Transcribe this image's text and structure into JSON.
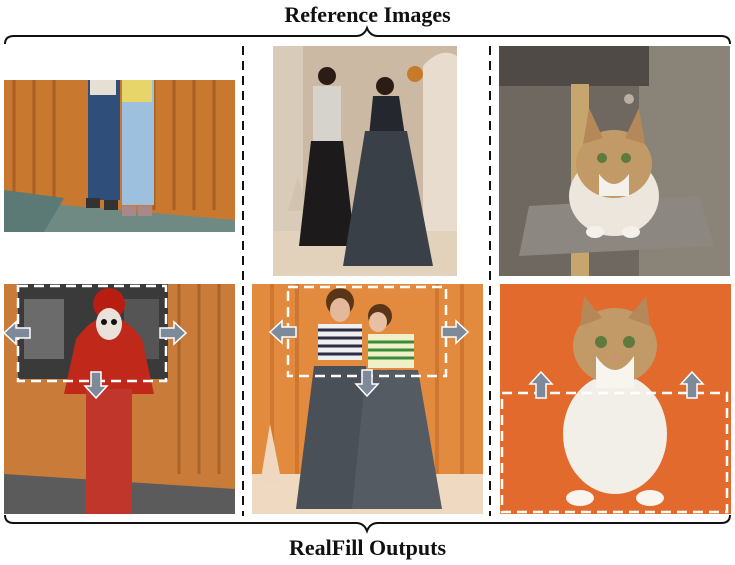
{
  "header": {
    "title": "Reference Images"
  },
  "footer": {
    "title": "RealFill Outputs"
  },
  "panels": {
    "reference": [
      {
        "subject": "two people in overalls in front of an orange shipping container"
      },
      {
        "subject": "two women in tulle dresses in a sandy room"
      },
      {
        "subject": "tabby cat sitting on a cat-tree platform"
      }
    ],
    "outputs": [
      {
        "subject": "person in red costume and skull face paint by orange container"
      },
      {
        "subject": "couple in striped shirts and tulle skirts in front of orange curtain"
      },
      {
        "subject": "tabby cat sitting on orange background"
      }
    ]
  },
  "colors": {
    "accent_orange": "#d9803a",
    "dashed_box": "#ffffff",
    "arrow_fill": "#7d8a99"
  }
}
